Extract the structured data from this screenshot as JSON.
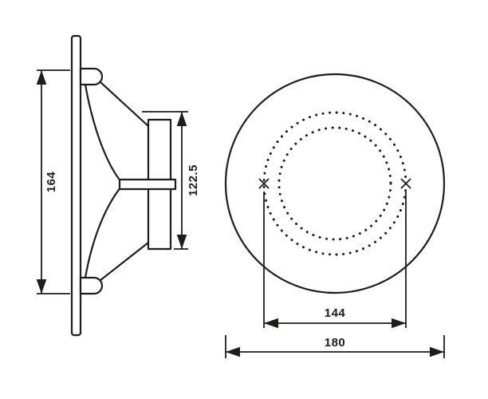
{
  "diagram": {
    "dimensions": {
      "overall_height": "164",
      "mounting_depth": "122.5",
      "hole_spacing": "144",
      "outer_diameter": "180"
    },
    "colors": {
      "line": "#1d1d1b",
      "background": "#ffffff"
    }
  }
}
